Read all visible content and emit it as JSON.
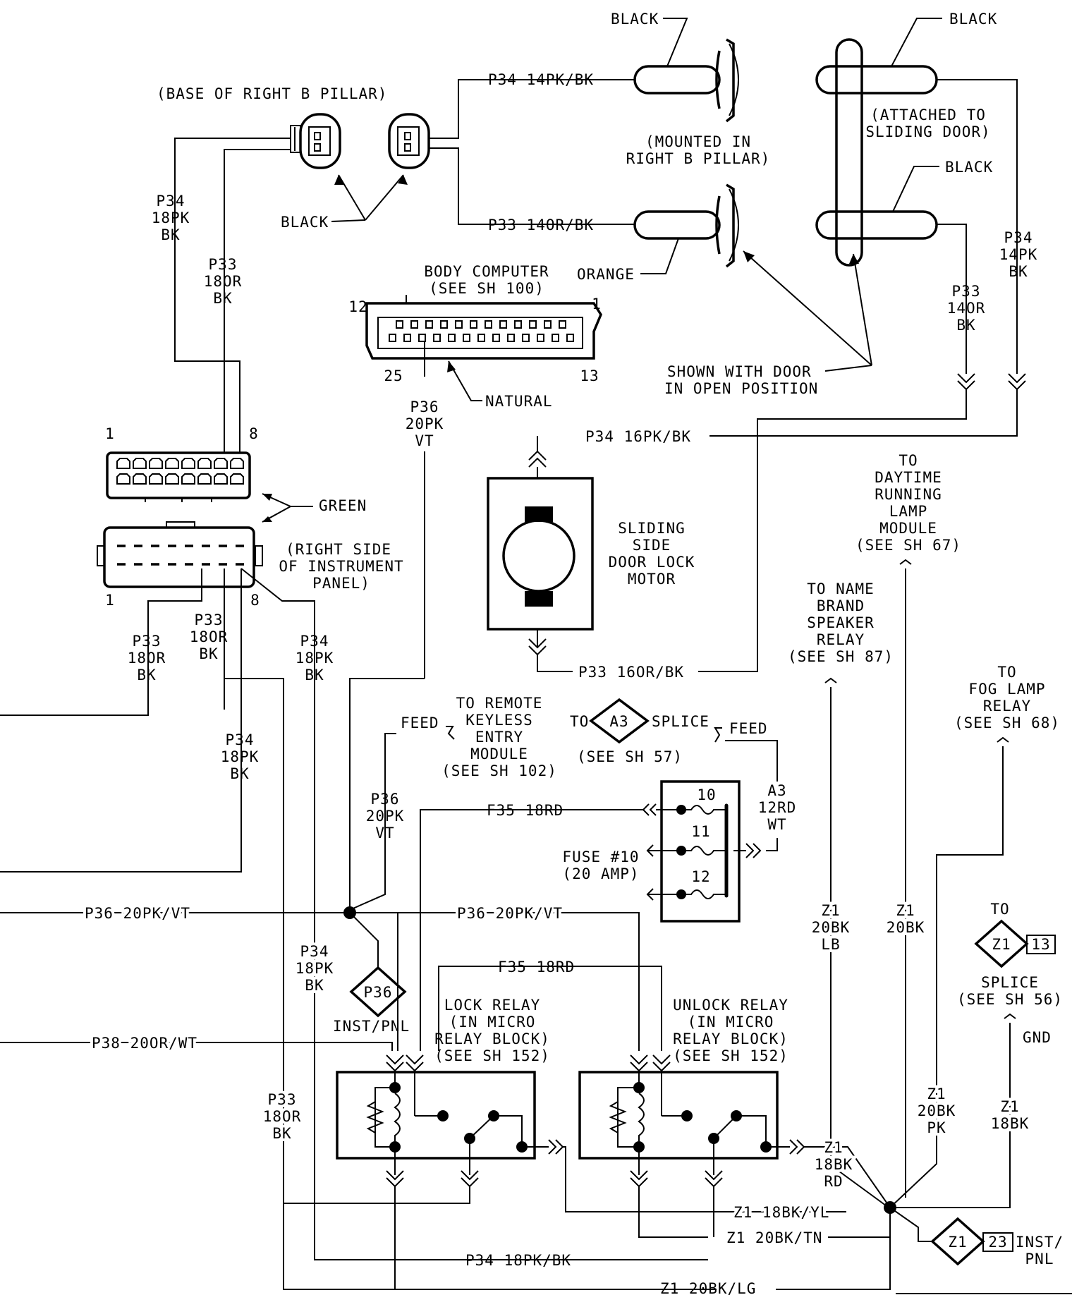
{
  "labels": {
    "base_right_b_pillar": "(BASE OF RIGHT B PILLAR)",
    "black": "BLACK",
    "black_left": "BLACK",
    "black_top_right": "BLACK",
    "black_mid_right": "BLACK",
    "mounted_1": "(MOUNTED IN",
    "mounted_2": "RIGHT B PILLAR)",
    "attached_1": "(ATTACHED TO",
    "attached_2": "SLIDING DOOR)",
    "orange": "ORANGE",
    "shown_1": "SHOWN WITH DOOR",
    "shown_2": "IN OPEN POSITION",
    "body_computer_1": "BODY COMPUTER",
    "body_computer_2": "(SEE SH 100)",
    "natural": "NATURAL",
    "green": "GREEN",
    "right_side_1": "(RIGHT SIDE",
    "right_side_2": "OF INSTRUMENT",
    "right_side_3": "PANEL)",
    "motor_1": "SLIDING",
    "motor_2": "SIDE",
    "motor_3": "DOOR LOCK",
    "motor_4": "MOTOR",
    "drl_1": "TO",
    "drl_2": "DAYTIME",
    "drl_3": "RUNNING",
    "drl_4": "LAMP",
    "drl_5": "MODULE",
    "drl_6": "(SEE SH 67)",
    "nbs_1": "TO NAME",
    "nbs_2": "BRAND",
    "nbs_3": "SPEAKER",
    "nbs_4": "RELAY",
    "nbs_5": "(SEE SH 87)",
    "fog_1": "TO",
    "fog_2": "FOG LAMP",
    "fog_3": "RELAY",
    "fog_4": "(SEE SH 68)",
    "rke_1": "TO REMOTE",
    "rke_2": "KEYLESS",
    "rke_3": "ENTRY",
    "rke_4": "MODULE",
    "rke_5": "(SEE SH 102)",
    "feed": "FEED",
    "feed_right": "FEED",
    "to": "TO",
    "a3": "A3",
    "splice": "SPLICE",
    "see_sh_57": "(SEE SH 57)",
    "fuse_1": "FUSE #10",
    "fuse_2": "(20 AMP)",
    "lock_1": "LOCK RELAY",
    "lock_2": "(IN MICRO",
    "lock_3": "RELAY BLOCK)",
    "lock_4": "(SEE SH 152)",
    "unlock_1": "UNLOCK RELAY",
    "unlock_2": "(IN MICRO",
    "unlock_3": "RELAY BLOCK)",
    "unlock_4": "(SEE SH 152)",
    "inst_pnl": "INST/PNL",
    "z1_splice_to": "TO",
    "z1_splice_1": "SPLICE",
    "z1_splice_2": "(SEE SH 56)",
    "gnd": "GND",
    "inst_2": "INST/",
    "pnl_2": "PNL"
  },
  "pins": {
    "bc_12": "12",
    "bc_1": "1",
    "bc_25": "25",
    "bc_13": "13",
    "c1_1": "1",
    "c1_8": "8",
    "c2_1": "1",
    "c2_8": "8",
    "fuse_10": "10",
    "fuse_11": "11",
    "fuse_12": "12"
  },
  "splices": {
    "p36": "P36",
    "z1": "Z1",
    "z1_num": "13",
    "z1b": "Z1",
    "z1b_num": "23"
  },
  "wires": {
    "p34_14pk_bk": "P34 14PK/BK",
    "p33_14or_bk": "P33 14OR/BK",
    "p34_16pk_bk": "P34 16PK/BK",
    "p33_16or_bk": "P33 16OR/BK",
    "f35_18rd_a": "F35 18RD",
    "f35_18rd_b": "F35 18RD",
    "p36_left": "P36 20PK/VT",
    "p36_mid": "P36 20PK/VT",
    "p38": "P38 20OR/WT",
    "z1_18bk_yl": "Z1 18BK/YL",
    "z1_20bk_tn": "Z1 20BK/TN",
    "p34_18pk_bk": "P34 18PK/BK",
    "z1_20bk_lg": "Z1 20BK/LG"
  },
  "stacks": {
    "p34_18pk_top": [
      "P34",
      "18PK",
      "BK"
    ],
    "p33_18or_top": [
      "P33",
      "18OR",
      "BK"
    ],
    "p36_20pk_top": [
      "P36",
      "20PK",
      "VT"
    ],
    "p33_14or_right": [
      "P33",
      "14OR",
      "BK"
    ],
    "p34_14pk_right": [
      "P34",
      "14PK",
      "BK"
    ],
    "p33_left_a": [
      "P33",
      "18OR",
      "BK"
    ],
    "p33_left_b": [
      "P33",
      "18OR",
      "BK"
    ],
    "p34_left_a": [
      "P34",
      "18PK",
      "BK"
    ],
    "p34_mid": [
      "P34",
      "18PK",
      "BK"
    ],
    "p36_feed": [
      "P36",
      "20PK",
      "VT"
    ],
    "a3_12rd": [
      "A3",
      "12RD",
      "WT"
    ],
    "p34_low": [
      "P34",
      "18PK",
      "BK"
    ],
    "p33_low": [
      "P33",
      "18OR",
      "BK"
    ],
    "z1_20bk_lb": [
      "Z1",
      "20BK",
      "LB"
    ],
    "z1_20bk": [
      "Z1",
      "20BK"
    ],
    "z1_18bk_rd": [
      "Z1",
      "18BK",
      "RD"
    ],
    "z1_20bk_pk": [
      "Z1",
      "20BK",
      "PK"
    ],
    "z1_18bk": [
      "Z1",
      "18BK"
    ]
  }
}
